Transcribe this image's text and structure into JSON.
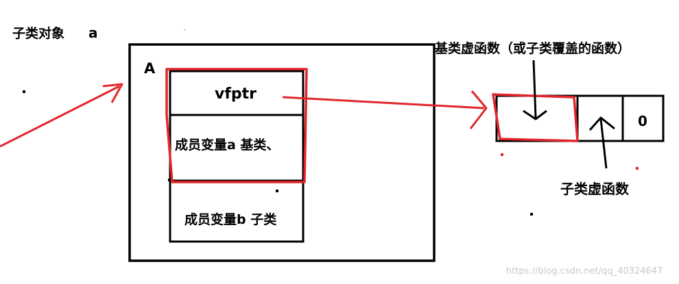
{
  "labels": {
    "object_title": "子类对象",
    "object_var": "a",
    "class_label": "A",
    "vfptr": "vfptr",
    "member_a": "成员变量a 基类、",
    "member_b": "成员变量b 子类",
    "base_vfunc": "基类虚函数（或子类覆盖的函数）",
    "derived_vfunc": "子类虚函数",
    "terminator": "0"
  },
  "watermark": "https://blog.csdn.net/qq_40324647",
  "colors": {
    "ink": "#000000",
    "red": "#e0262b",
    "watermark": "#c8c8c8"
  }
}
